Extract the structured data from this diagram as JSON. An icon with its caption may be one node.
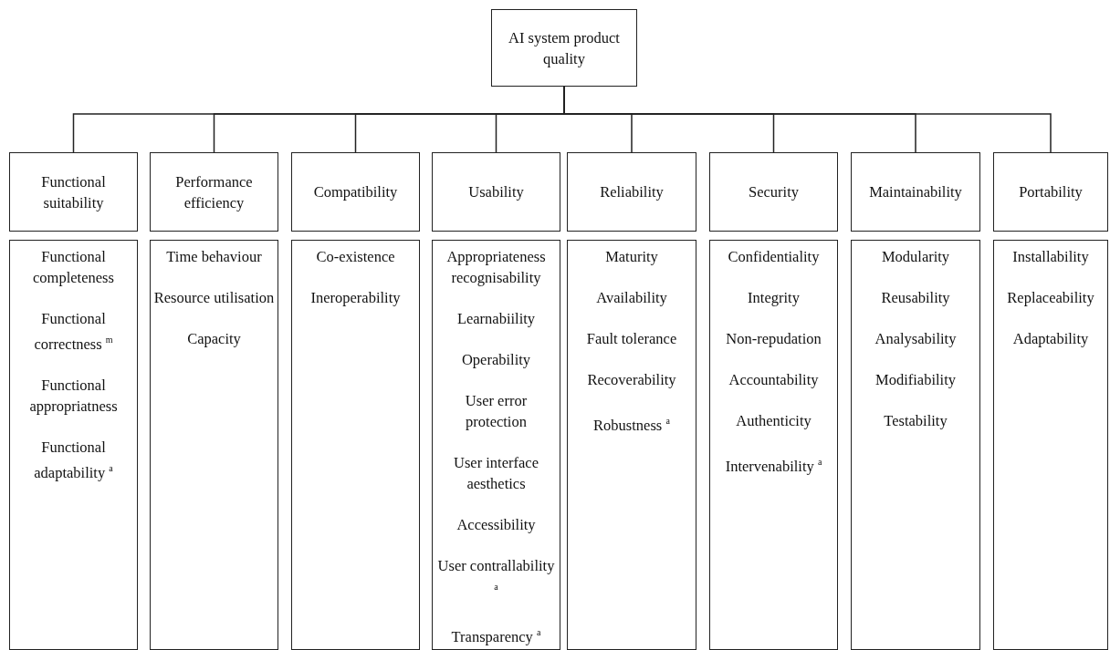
{
  "diagram": {
    "nodes": [
      {
        "text": [
          "AI system product quality"
        ]
      },
      {
        "text": [
          "Functional suitability"
        ]
      },
      {
        "text": [
          "Performance efficiency"
        ]
      },
      {
        "text": [
          "Compatibility"
        ]
      },
      {
        "text": [
          "Usability"
        ]
      },
      {
        "text": [
          "Reliability"
        ]
      },
      {
        "text": [
          "Security"
        ]
      },
      {
        "text": [
          "Maintainability"
        ]
      },
      {
        "text": [
          "Portability"
        ]
      },
      {
        "text": [
          "Functional completeness",
          "Functional correctness $^{m}$",
          "Functional appropriatness",
          "Functional adaptability $^{a}$"
        ]
      },
      {
        "text": [
          "Time behaviour",
          "Resource utilisation",
          "Capacity"
        ]
      },
      {
        "text": [
          "Co-existence",
          "Ineroperability"
        ]
      },
      {
        "text": [
          "Appropriateness recognisability",
          "Learnabiility",
          "Operability",
          "User error protection",
          "User interface aesthetics",
          "Accessibility",
          "User contrallability $^{a}$",
          "Transparency $^{a}$"
        ]
      },
      {
        "text": [
          "Maturity",
          "Availability",
          "Fault tolerance",
          "Recoverability",
          "Robustness $^{a}$"
        ]
      },
      {
        "text": [
          "Confidentiality",
          "Integrity",
          "Non-repudation",
          "Accountability",
          "Authenticity",
          "Intervenability $^{a}$"
        ]
      },
      {
        "text": [
          "Modularity",
          "Reusability",
          "Analysability",
          "Modifiability",
          "Testability"
        ]
      },
      {
        "text": [
          "Installability",
          "Replaceability",
          "Adaptability"
        ]
      }
    ],
    "edges": [
      {
        "from": 0,
        "to": 1,
        "arrow": "none"
      },
      {
        "from": 0,
        "to": 2,
        "arrow": "none"
      },
      {
        "from": 0,
        "to": 3,
        "arrow": "none"
      },
      {
        "from": 0,
        "to": 4,
        "arrow": "none"
      },
      {
        "from": 0,
        "to": 5,
        "arrow": "none"
      },
      {
        "from": 0,
        "to": 6,
        "arrow": "none"
      },
      {
        "from": 0,
        "to": 7,
        "arrow": "none"
      },
      {
        "from": 0,
        "to": 8,
        "arrow": "none"
      }
    ]
  }
}
